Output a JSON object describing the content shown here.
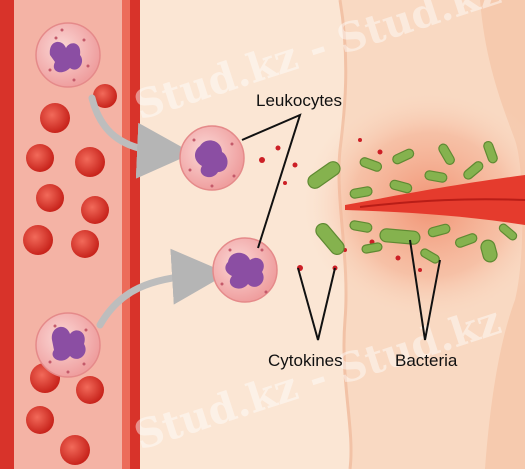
{
  "labels": {
    "leukocytes": "Leukocytes",
    "cytokines": "Cytokines",
    "bacteria": "Bacteria"
  },
  "watermark": "Stud.kz - Stud.kz",
  "colors": {
    "tissue": "#fbe3cf",
    "vessel_wall": "#d9352b",
    "vessel_lumen": "#f5b2a4",
    "red_cell": "#e0352c",
    "leukocyte_cell": "#f7c6c4",
    "leukocyte_nucleus": "#8b4ea3",
    "bacterium": "#7fb04a",
    "cytokine": "#cc1f26",
    "wound": "#e33a2c",
    "arrow": "#b9b9b9"
  }
}
